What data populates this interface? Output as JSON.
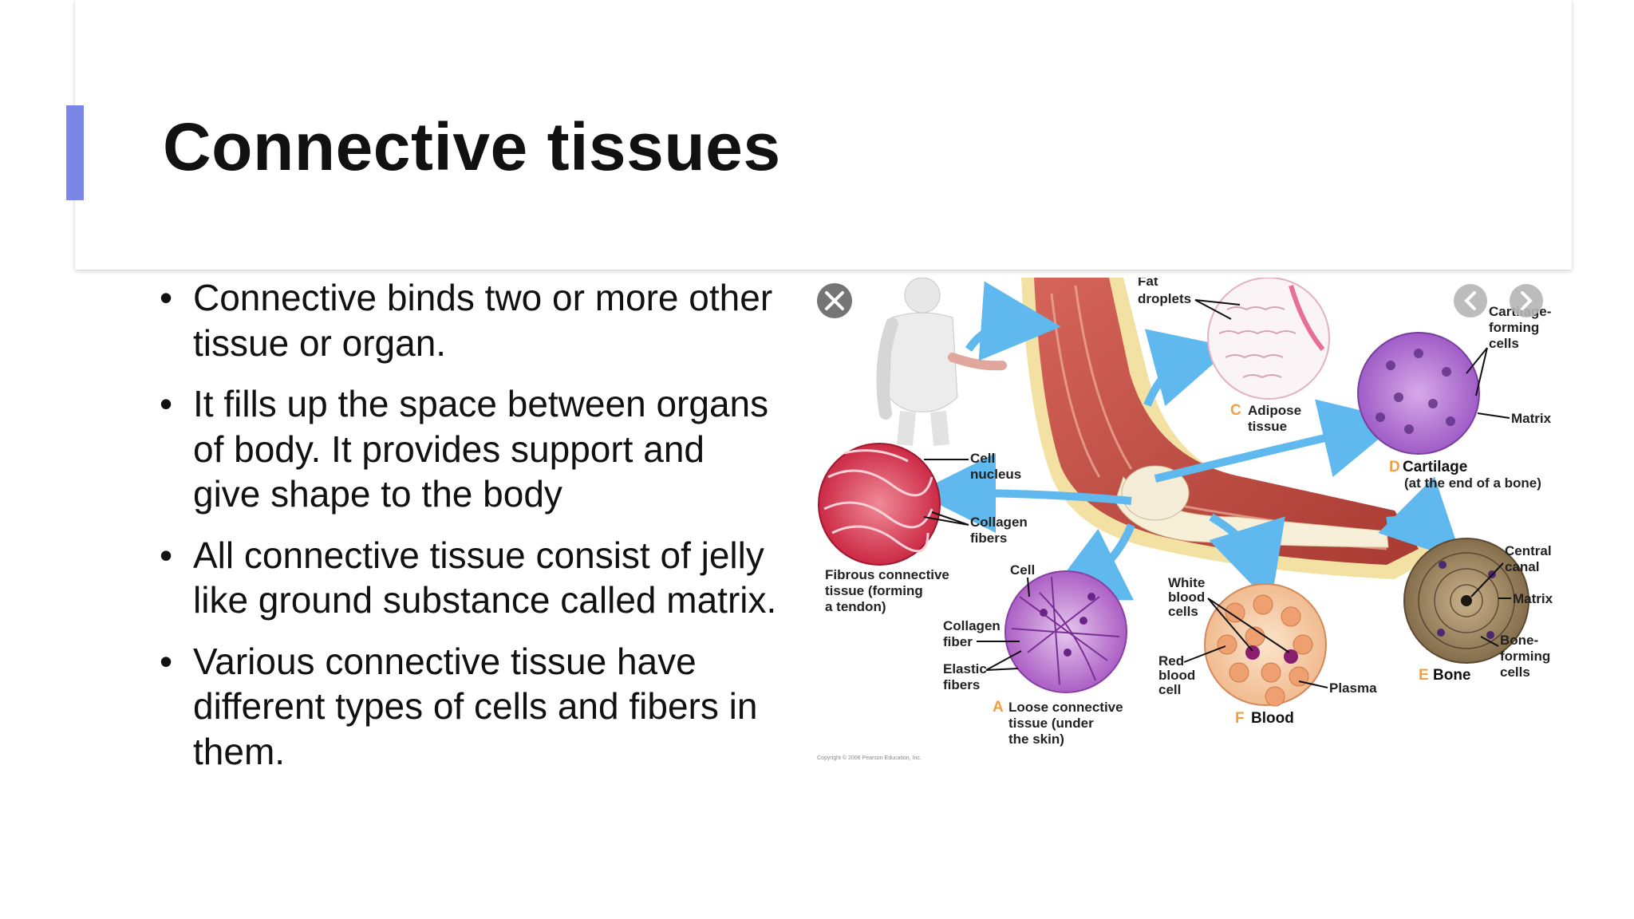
{
  "slide": {
    "title": "Connective tissues",
    "accent_color": "#7b86e8",
    "bullets": [
      "Connective binds two or more other tissue or organ.",
      "It fills up the space between organs of body.  It provides support and give shape to the body",
      "All connective tissue consist of jelly like ground substance called matrix.",
      "Various connective tissue have different types of cells and fibers in them."
    ]
  },
  "figure": {
    "close_icon": "close-icon",
    "prev_icon": "chevron-left-icon",
    "next_icon": "chevron-right-icon",
    "labels": {
      "fat_top": "Fat",
      "fat_droplets": "droplets",
      "cartilage_forming_1": "Cartilage-",
      "cartilage_forming_2": "forming",
      "cartilage_forming_3": "cells",
      "matrix_d": "Matrix",
      "adipose_letter": "C",
      "adipose_1": "Adipose",
      "adipose_2": "tissue",
      "cartilage_letter": "D",
      "cartilage_1": "Cartilage",
      "cartilage_2": "(at the end of a bone)",
      "cell_nucleus_1": "Cell",
      "cell_nucleus_2": "nucleus",
      "collagen_fibers_1": "Collagen",
      "collagen_fibers_2": "fibers",
      "fibrous_1": "Fibrous connective",
      "fibrous_2": "tissue (forming",
      "fibrous_3": "a tendon)",
      "cell_a": "Cell",
      "collagen_fiber_1": "Collagen",
      "collagen_fiber_2": "fiber",
      "elastic_1": "Elastic",
      "elastic_2": "fibers",
      "loose_letter": "A",
      "loose_1": "Loose connective",
      "loose_2": "tissue (under",
      "loose_3": "the skin)",
      "wbc_1": "White",
      "wbc_2": "blood",
      "wbc_3": "cells",
      "rbc_1": "Red",
      "rbc_2": "blood",
      "rbc_3": "cell",
      "plasma": "Plasma",
      "blood_letter": "F",
      "blood": "Blood",
      "central_1": "Central",
      "central_2": "canal",
      "matrix_e": "Matrix",
      "bone_forming_1": "Bone-",
      "bone_forming_2": "forming",
      "bone_forming_3": "cells",
      "bone_letter": "E",
      "bone": "Bone",
      "copyright": "Copyright © 2006 Pearson Education, Inc."
    }
  }
}
